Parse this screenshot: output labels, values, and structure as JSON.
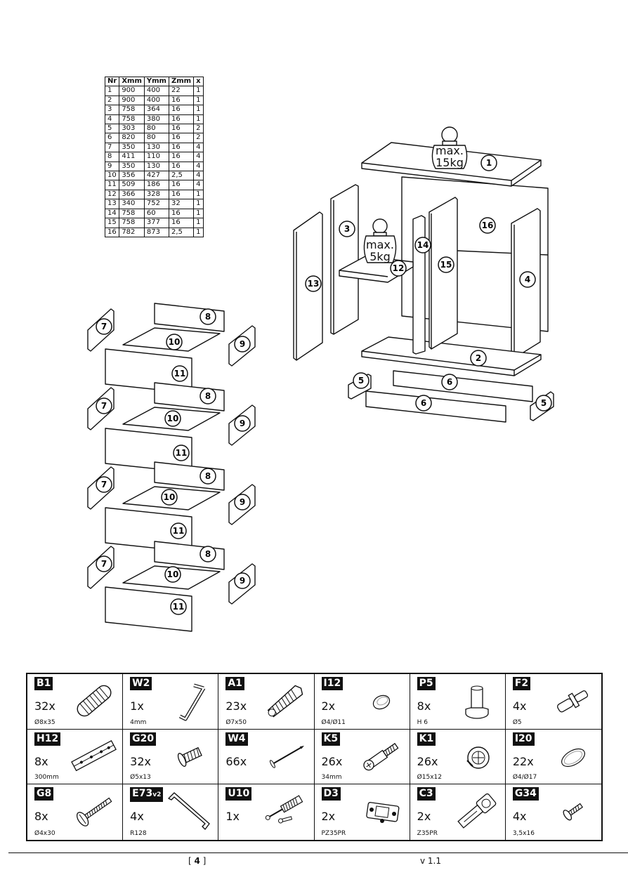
{
  "parts_table": {
    "headers": [
      "Nr",
      "Xmm",
      "Ymm",
      "Zmm",
      "x"
    ],
    "rows": [
      [
        "1",
        "900",
        "400",
        "22",
        "1"
      ],
      [
        "2",
        "900",
        "400",
        "16",
        "1"
      ],
      [
        "3",
        "758",
        "364",
        "16",
        "1"
      ],
      [
        "4",
        "758",
        "380",
        "16",
        "1"
      ],
      [
        "5",
        "303",
        "80",
        "16",
        "2"
      ],
      [
        "6",
        "820",
        "80",
        "16",
        "2"
      ],
      [
        "7",
        "350",
        "130",
        "16",
        "4"
      ],
      [
        "8",
        "411",
        "110",
        "16",
        "4"
      ],
      [
        "9",
        "350",
        "130",
        "16",
        "4"
      ],
      [
        "10",
        "356",
        "427",
        "2,5",
        "4"
      ],
      [
        "11",
        "509",
        "186",
        "16",
        "4"
      ],
      [
        "12",
        "366",
        "328",
        "16",
        "1"
      ],
      [
        "13",
        "340",
        "752",
        "32",
        "1"
      ],
      [
        "14",
        "758",
        "60",
        "16",
        "1"
      ],
      [
        "15",
        "758",
        "377",
        "16",
        "1"
      ],
      [
        "16",
        "782",
        "873",
        "2,5",
        "1"
      ]
    ]
  },
  "weights": {
    "top": {
      "line1": "max.",
      "line2": "15kg"
    },
    "shelf": {
      "line1": "max.",
      "line2": "5kg"
    }
  },
  "callouts": [
    "1",
    "2",
    "3",
    "4",
    "5",
    "6",
    "7",
    "8",
    "9",
    "10",
    "11",
    "12",
    "13",
    "14",
    "15",
    "16"
  ],
  "hardware": [
    {
      "code": "B1",
      "qty": "32x",
      "spec": "Ø8x35",
      "icon": "dowel-icon"
    },
    {
      "code": "W2",
      "qty": "1x",
      "spec": "4mm",
      "icon": "allen-key-icon"
    },
    {
      "code": "A1",
      "qty": "23x",
      "spec": "Ø7x50",
      "icon": "wall-plug-icon"
    },
    {
      "code": "I12",
      "qty": "2x",
      "spec": "Ø4/Ø11",
      "icon": "cover-cap-icon"
    },
    {
      "code": "P5",
      "qty": "8x",
      "spec": "H 6",
      "icon": "foot-glide-icon"
    },
    {
      "code": "F2",
      "qty": "4x",
      "spec": "Ø5",
      "icon": "shelf-pin-icon"
    },
    {
      "code": "H12",
      "qty": "8x",
      "spec": "300mm",
      "icon": "drawer-runner-icon"
    },
    {
      "code": "G20",
      "qty": "32x",
      "spec": "Ø5x13",
      "icon": "euro-screw-icon"
    },
    {
      "code": "W4",
      "qty": "66x",
      "spec": "",
      "icon": "nail-icon"
    },
    {
      "code": "K5",
      "qty": "26x",
      "spec": "34mm",
      "icon": "cam-bolt-icon"
    },
    {
      "code": "K1",
      "qty": "26x",
      "spec": "Ø15x12",
      "icon": "cam-lock-icon"
    },
    {
      "code": "I20",
      "qty": "22x",
      "spec": "Ø4/Ø17",
      "icon": "large-cap-icon"
    },
    {
      "code": "G8",
      "qty": "8x",
      "spec": "Ø4x30",
      "icon": "wood-screw-icon"
    },
    {
      "code": "E73",
      "code_suffix": "v2",
      "qty": "4x",
      "spec": "R128",
      "icon": "handle-icon"
    },
    {
      "code": "U10",
      "qty": "1x",
      "spec": "",
      "icon": "wall-anchor-kit-icon"
    },
    {
      "code": "D3",
      "qty": "2x",
      "spec": "PZ35PR",
      "icon": "hinge-plate-icon"
    },
    {
      "code": "C3",
      "qty": "2x",
      "spec": "Z35PR",
      "icon": "hinge-icon"
    },
    {
      "code": "G34",
      "qty": "4x",
      "spec": "3,5x16",
      "icon": "small-screw-icon"
    }
  ],
  "footer": {
    "page": "4",
    "version": "v 1.1"
  }
}
